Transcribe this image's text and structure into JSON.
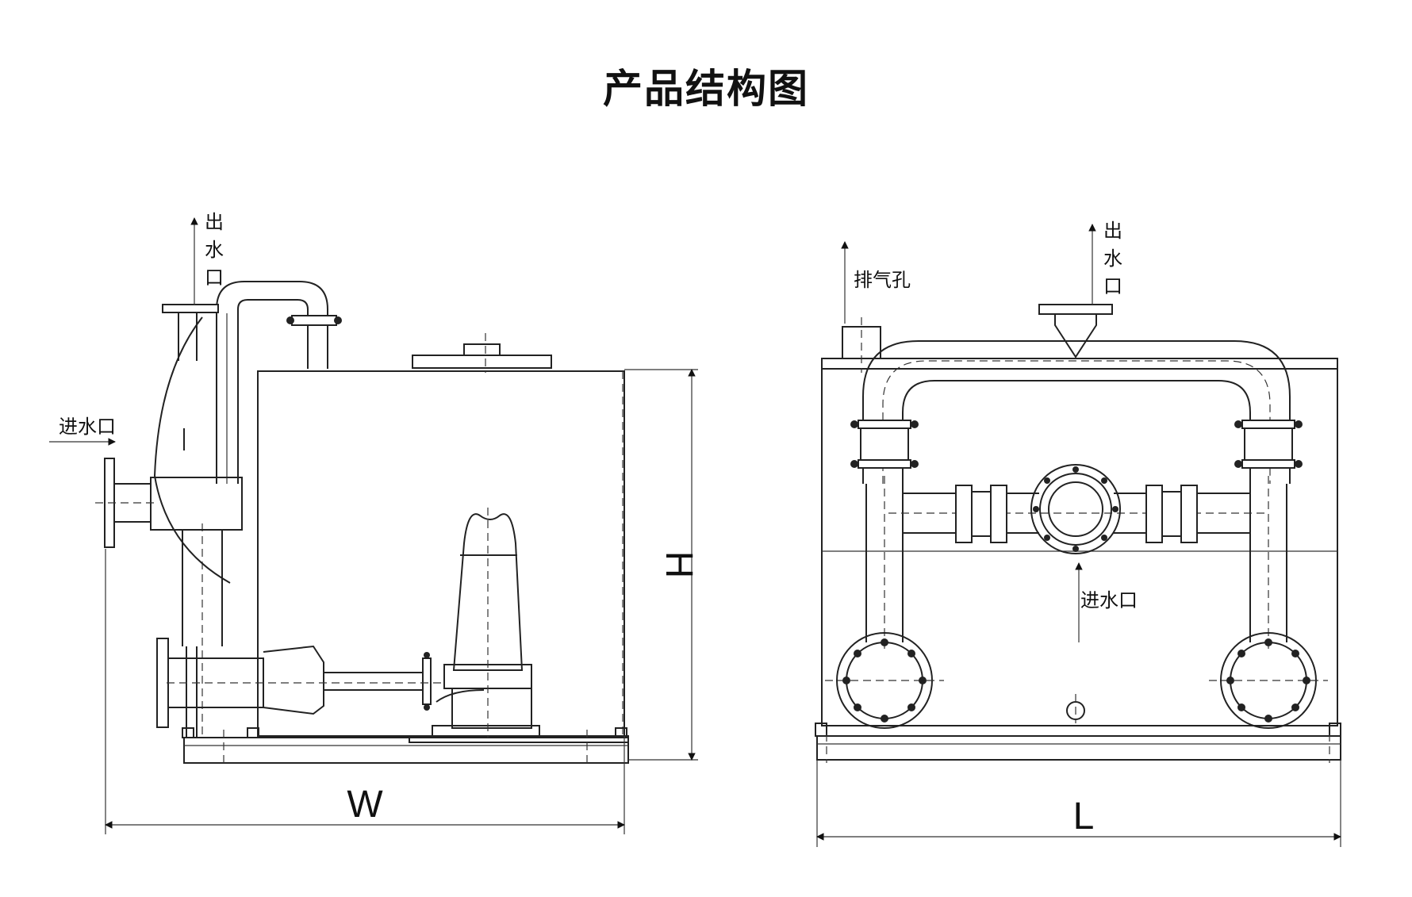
{
  "title": "产品结构图",
  "labels": {
    "outlet": "出水口",
    "outlet_side": "出水口",
    "inlet": "进水口",
    "inlet_side": "进水口",
    "vent": "排气孔"
  },
  "dimensions": {
    "width": "W",
    "height": "H",
    "length": "L"
  }
}
